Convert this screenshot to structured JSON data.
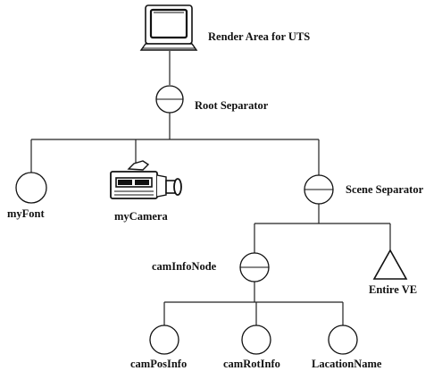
{
  "diagram": {
    "nodes": {
      "render_area": {
        "label": "Render Area for UTS",
        "icon": "monitor-icon"
      },
      "root_separator": {
        "label": "Root Separator",
        "icon": "separator-icon"
      },
      "my_font": {
        "label": "myFont",
        "icon": "node-circle-icon"
      },
      "my_camera": {
        "label": "myCamera",
        "icon": "camera-icon"
      },
      "scene_separator": {
        "label": "Scene Separator",
        "icon": "separator-icon"
      },
      "cam_info_node": {
        "label": "camInfoNode",
        "icon": "separator-icon"
      },
      "entire_ve": {
        "label": "Entire VE",
        "icon": "triangle-icon"
      },
      "cam_pos_info": {
        "label": "camPosInfo",
        "icon": "node-circle-icon"
      },
      "cam_rot_info": {
        "label": "camRotInfo",
        "icon": "node-circle-icon"
      },
      "location_name": {
        "label": "LacationName",
        "icon": "node-circle-icon"
      }
    },
    "edges": [
      [
        "render_area",
        "root_separator"
      ],
      [
        "root_separator",
        "my_font"
      ],
      [
        "root_separator",
        "my_camera"
      ],
      [
        "root_separator",
        "scene_separator"
      ],
      [
        "scene_separator",
        "cam_info_node"
      ],
      [
        "scene_separator",
        "entire_ve"
      ],
      [
        "cam_info_node",
        "cam_pos_info"
      ],
      [
        "cam_info_node",
        "cam_rot_info"
      ],
      [
        "cam_info_node",
        "location_name"
      ]
    ]
  }
}
